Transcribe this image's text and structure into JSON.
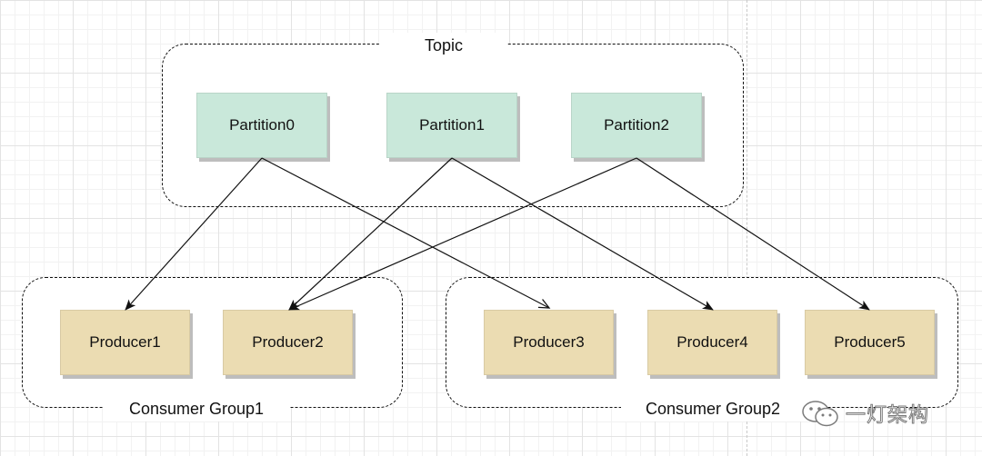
{
  "diagram": {
    "topic": {
      "label": "Topic",
      "partitions": [
        "Partition0",
        "Partition1",
        "Partition2"
      ]
    },
    "consumer_groups": [
      {
        "label": "Consumer Group1",
        "producers": [
          "Producer1",
          "Producer2"
        ]
      },
      {
        "label": "Consumer Group2",
        "producers": [
          "Producer3",
          "Producer4",
          "Producer5"
        ]
      }
    ],
    "edges": [
      {
        "from": "Partition0",
        "to": "Producer1"
      },
      {
        "from": "Partition0",
        "to": "Producer3"
      },
      {
        "from": "Partition1",
        "to": "Producer2"
      },
      {
        "from": "Partition1",
        "to": "Producer4"
      },
      {
        "from": "Partition2",
        "to": "Producer2"
      },
      {
        "from": "Partition2",
        "to": "Producer5"
      }
    ],
    "watermark": "一灯架构",
    "colors": {
      "partition_fill": "#c9e8da",
      "producer_fill": "#ebdcb2",
      "line": "#111111"
    }
  }
}
